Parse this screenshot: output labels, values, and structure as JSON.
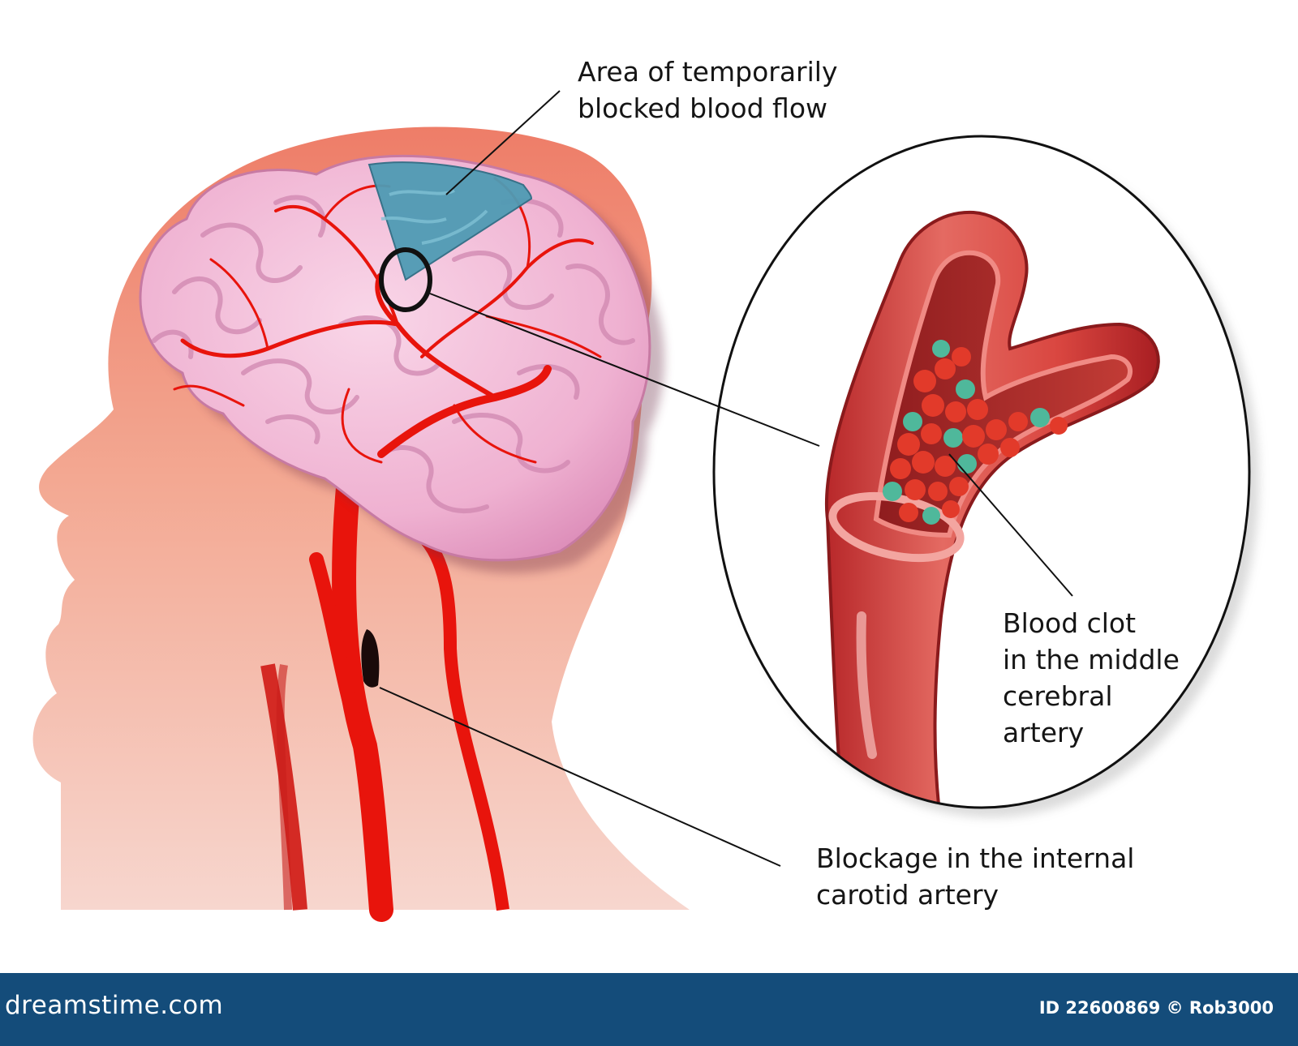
{
  "labels": {
    "area": "Area of temporarily\nblocked blood flow",
    "clot": "Blood clot\nin the middle\ncerebral\nartery",
    "blockage": "Blockage in the internal\ncarotid artery"
  },
  "footer": {
    "brand": "dreamstime.com",
    "credit": "ID 22600869 © Rob3000"
  },
  "colors": {
    "head_top": "#ef8c78",
    "head_bottom": "#f5d3cb",
    "brain": "#f2b8d6",
    "brain_fold": "#d98ab4",
    "artery": "#e8140c",
    "blocked_area": "#4f9bb4",
    "vessel": "#d84c4a",
    "clot_red": "#e23a2a",
    "clot_green": "#4fb89b",
    "footer": "#144c7a"
  },
  "icons": [
    "magnifier-circle-inset",
    "blockage-marker"
  ]
}
